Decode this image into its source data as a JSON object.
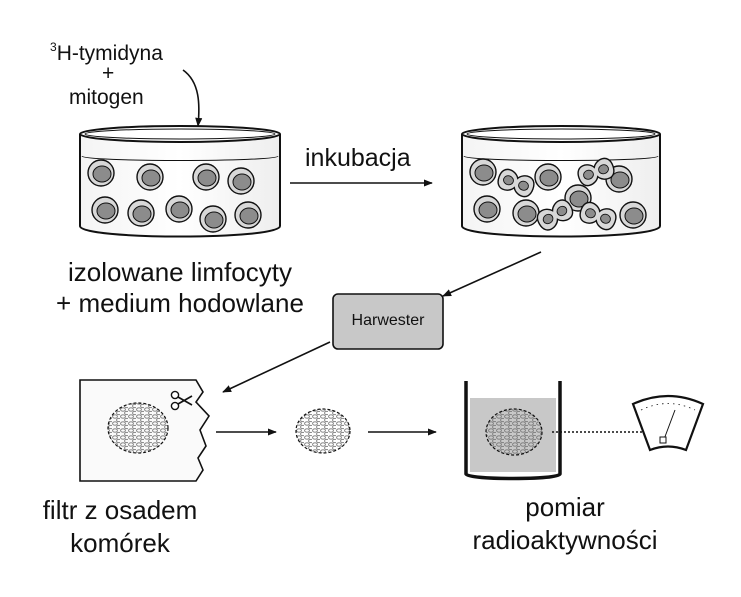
{
  "inputs": {
    "isotope_mass": "3",
    "isotope_label": "H-tymidyna",
    "plus": "+",
    "mitogen": "mitogen"
  },
  "dish_left": {
    "caption_line1": "izolowane limfocyty",
    "caption_line2": "+ medium hodowlane"
  },
  "incubation": {
    "label": "inkubacja"
  },
  "harvester": {
    "label": "Harwester"
  },
  "filter": {
    "caption_line1": "filtr z osadem",
    "caption_line2": "komórek"
  },
  "measurement": {
    "caption_line1": "pomiar",
    "caption_line2": "radioaktywności"
  },
  "colors": {
    "cell_fill": "#d8d8d8",
    "nucleus_fill": "#8c8c8c",
    "harvester_fill": "#c8c8c8",
    "vial_liquid": "#c8c8c8",
    "stroke": "#111111"
  },
  "icons": [
    "scissors-icon",
    "radioactivity-meter-icon"
  ]
}
